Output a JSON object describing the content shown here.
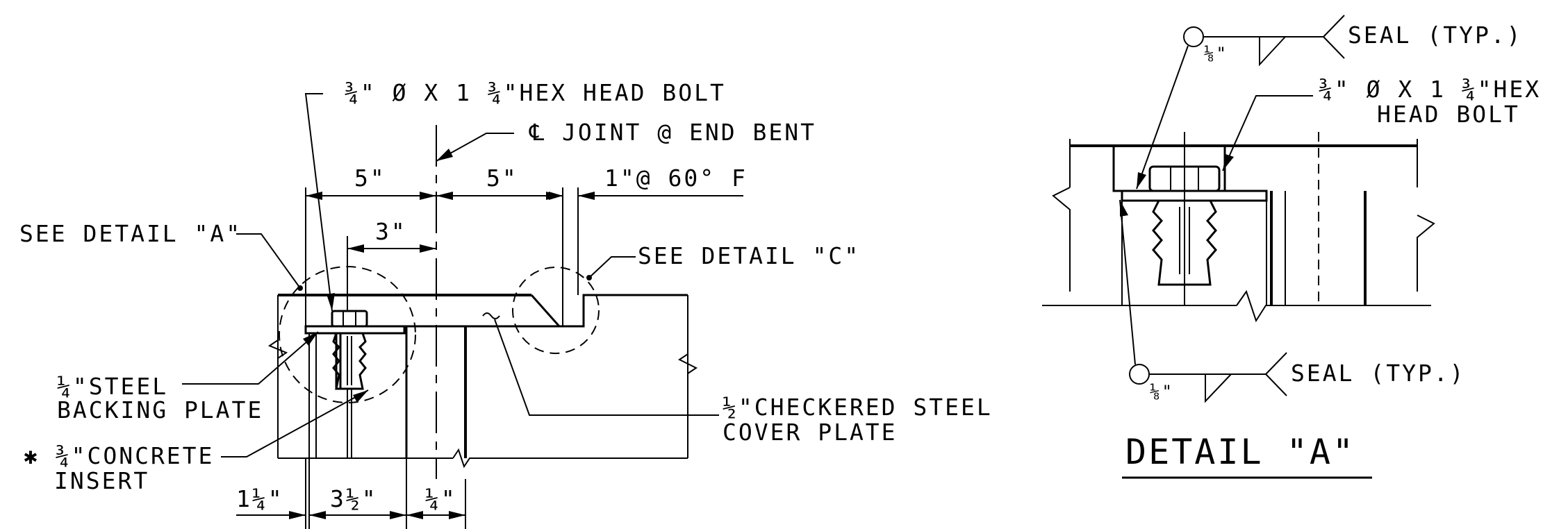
{
  "section": {
    "bolt_label": "¾\" Ø X 1 ¾\"HEX HEAD BOLT",
    "joint_label": "℄ JOINT @ END BENT",
    "dim_left": "5\"",
    "dim_right": "5\"",
    "dim_gap": "1\"@ 60° F",
    "dim_three": "3\"",
    "see_detail_a": "SEE DETAIL \"A\"",
    "see_detail_c": "SEE DETAIL \"C\"",
    "backing_plate_1": "¼\"STEEL",
    "backing_plate_2": "BACKING PLATE",
    "insert_1": "✱ ¾\"CONCRETE",
    "insert_2": "INSERT",
    "cover_plate_1": "½\"CHECKERED STEEL",
    "cover_plate_2": "COVER PLATE",
    "dim_bottom_1": "1¼\"",
    "dim_bottom_2": "3½\"",
    "dim_bottom_3": "¼\""
  },
  "detail_a": {
    "title": "DETAIL \"A\"",
    "seal_top": "SEAL (TYP.)",
    "seal_bottom": "SEAL (TYP.)",
    "weld_top": "⅛\"",
    "weld_bottom": "⅛\"",
    "bolt_1": "¾\" Ø X 1 ¾\"HEX",
    "bolt_2": "HEAD BOLT"
  }
}
